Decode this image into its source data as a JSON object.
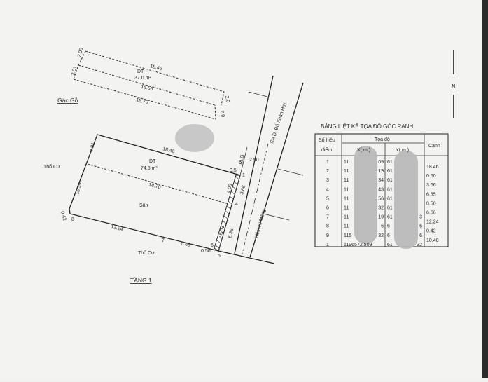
{
  "upper_floor": {
    "title": "Gác Gỗ",
    "area_label": "DT",
    "area_value": "37.0 m²",
    "dims": {
      "top": "18.46",
      "middle": "18.56",
      "bottom": "18.70",
      "left_top": "2.00",
      "left_bottom": "2.01",
      "right_top": "2.0",
      "right_bottom": "2.0"
    }
  },
  "ground_floor": {
    "title": "TẦNG 1",
    "area_label": "DT",
    "area_value": "74.3 m²",
    "yard_label": "Sân",
    "neighbor_left": "Thổ Cư",
    "neighbor_bottom": "Thổ Cư",
    "dims": {
      "top": "18.46",
      "inner": "18.70",
      "left_top": "4.01",
      "left_bottom": "15.39",
      "corner_left": "0.42",
      "bottom_left": "12.24",
      "bottom_right": "6.66",
      "bottom_corner": "0.50",
      "front_a": "4.00",
      "front_b": "3.66",
      "front_c": "6.03",
      "front_d": "6.35",
      "setback_top": "0.5",
      "setback_label": "RLG",
      "lane_width": "2.50"
    },
    "points": {
      "p1": "1",
      "p4": "4",
      "p5": "5",
      "p6": "6",
      "p7": "7",
      "p8": "8"
    }
  },
  "roads": {
    "main": "Ra Đ. Đỗ Xuân Hợp",
    "lane": "Hẻm Xi Măng"
  },
  "coord_table": {
    "title": "BẢNG LIỆT KÊ TỌA ĐỘ GÓC RANH",
    "headers": {
      "point": "Số hiệu",
      "point2": "điểm",
      "coords": "Tọa độ",
      "x": "X( m )",
      "y": "Y( m )",
      "edge": "Cạnh"
    },
    "rows": [
      {
        "pt": "1",
        "x_a": "11",
        "x_b": "09",
        "y_a": "61",
        "y_b": ""
      },
      {
        "pt": "2",
        "x_a": "11",
        "x_b": "19",
        "y_a": "61",
        "y_b": ""
      },
      {
        "pt": "3",
        "x_a": "11",
        "x_b": "34",
        "y_a": "61",
        "y_b": ""
      },
      {
        "pt": "4",
        "x_a": "11",
        "x_b": "43",
        "y_a": "61",
        "y_b": ""
      },
      {
        "pt": "5",
        "x_a": "11",
        "x_b": "56",
        "y_a": "61",
        "y_b": ""
      },
      {
        "pt": "6",
        "x_a": "11",
        "x_b": "32",
        "y_a": "61",
        "y_b": ""
      },
      {
        "pt": "7",
        "x_a": "11",
        "x_b": "19",
        "y_a": "61",
        "y_b": "3"
      },
      {
        "pt": "8",
        "x_a": "11",
        "x_b": "6",
        "y_a": "6",
        "y_b": "6"
      },
      {
        "pt": "9",
        "x_a": "115",
        "x_b": "32",
        "y_a": "6",
        "y_b": "6"
      },
      {
        "pt": "1",
        "x_a": "1196572.509",
        "x_b": "",
        "y_a": "61",
        "y_b": "32"
      }
    ],
    "edges": [
      "18.46",
      "0.50",
      "3.66",
      "6.35",
      "0.50",
      "6.66",
      "12.24",
      "0.42",
      "10.40"
    ]
  },
  "north_arrow": {
    "label": "N"
  },
  "colors": {
    "paper": "#f3f3f2",
    "ink": "#222222",
    "redaction": "#b8b8b8",
    "edge": "#2b2b2b"
  }
}
